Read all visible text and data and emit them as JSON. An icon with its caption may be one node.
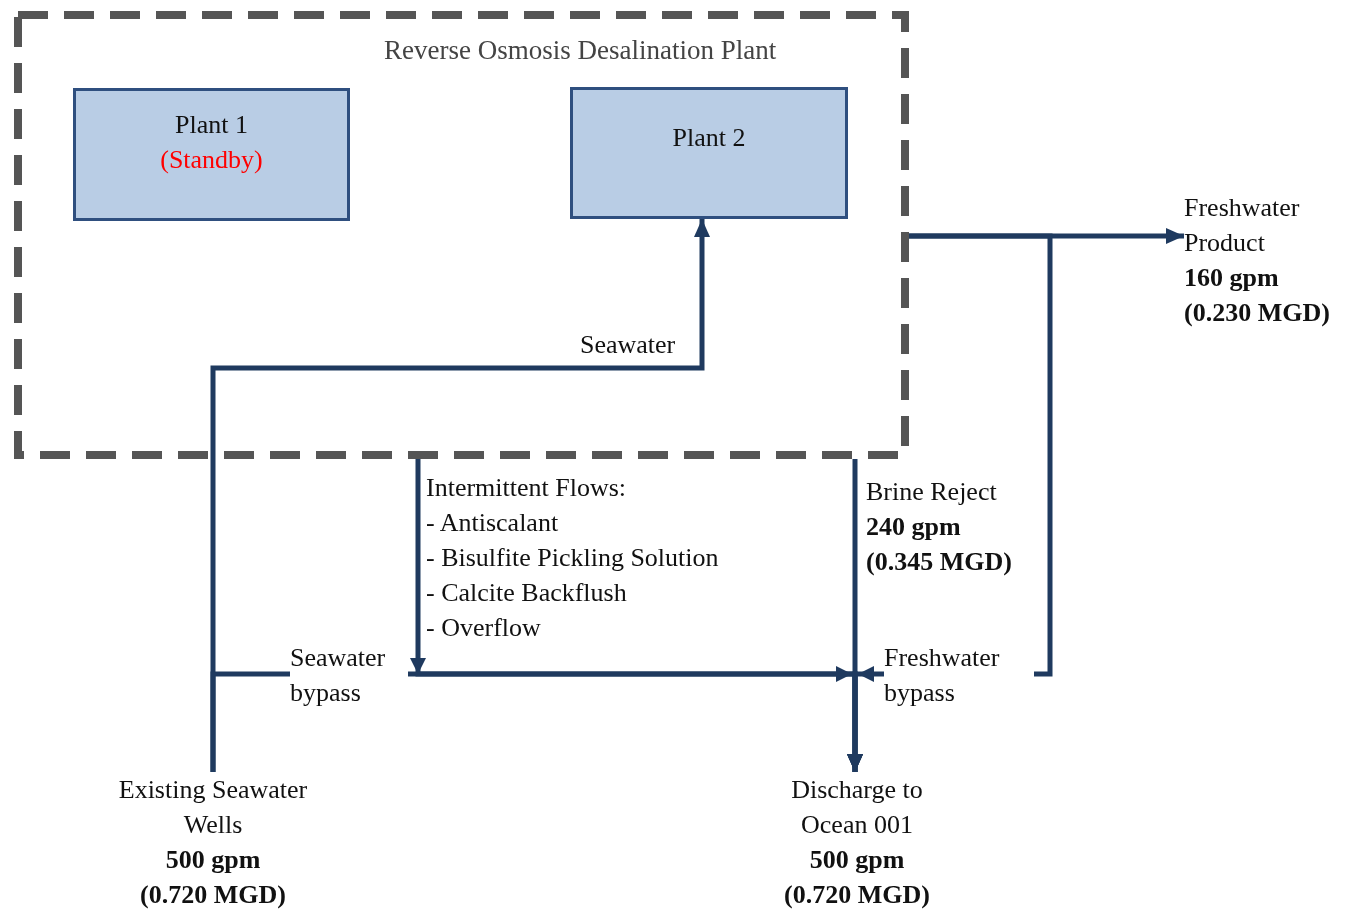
{
  "diagram": {
    "nodes": [
      {
        "text": [
          "Reverse Osmosis Desalination Plant"
        ]
      },
      {
        "text": [
          "Plant 1",
          "(Standby)"
        ],
        "in": 0
      },
      {
        "text": [
          "Plant 2"
        ],
        "in": 0
      },
      {
        "text": [
          "Existing Seawater Wells",
          "500 gpm (0.720 MGD)"
        ]
      },
      {
        "text": [
          "Freshwater Product",
          "160 gpm (0.230 MGD)"
        ]
      },
      {
        "text": [
          "Discharge to Ocean 001",
          "500 gpm (0.720 MGD)"
        ]
      }
    ],
    "edges": [
      {
        "from": 3,
        "to": 2,
        "arrow": "to",
        "label": "Seawater"
      },
      {
        "from": 0,
        "to": 4,
        "arrow": "to"
      },
      {
        "from": 0,
        "to": 5,
        "arrow": "to",
        "label": "Intermittent Flows: - Antiscalant - Bisulfite Pickling Solution - Calcite Backflush - Overflow"
      },
      {
        "from": 0,
        "to": 5,
        "arrow": "to",
        "label": "Brine Reject **240 gpm (0.345 MGD)**"
      },
      {
        "from": 3,
        "to": 5,
        "arrow": "to",
        "label": "Seawater bypass"
      },
      {
        "from": 0,
        "to": 5,
        "arrow": "to",
        "label": "Freshwater bypass"
      }
    ]
  }
}
